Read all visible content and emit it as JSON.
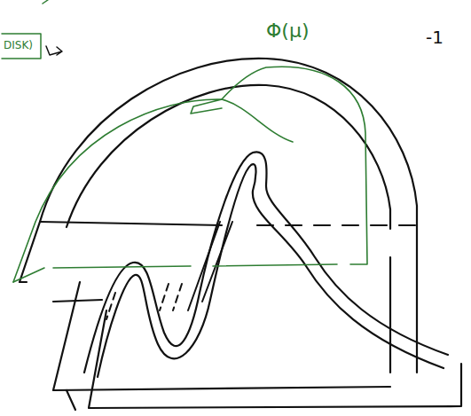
{
  "diagram": {
    "labels": [
      "DISK)",
      "Φ(μ)",
      "-1"
    ]
  }
}
